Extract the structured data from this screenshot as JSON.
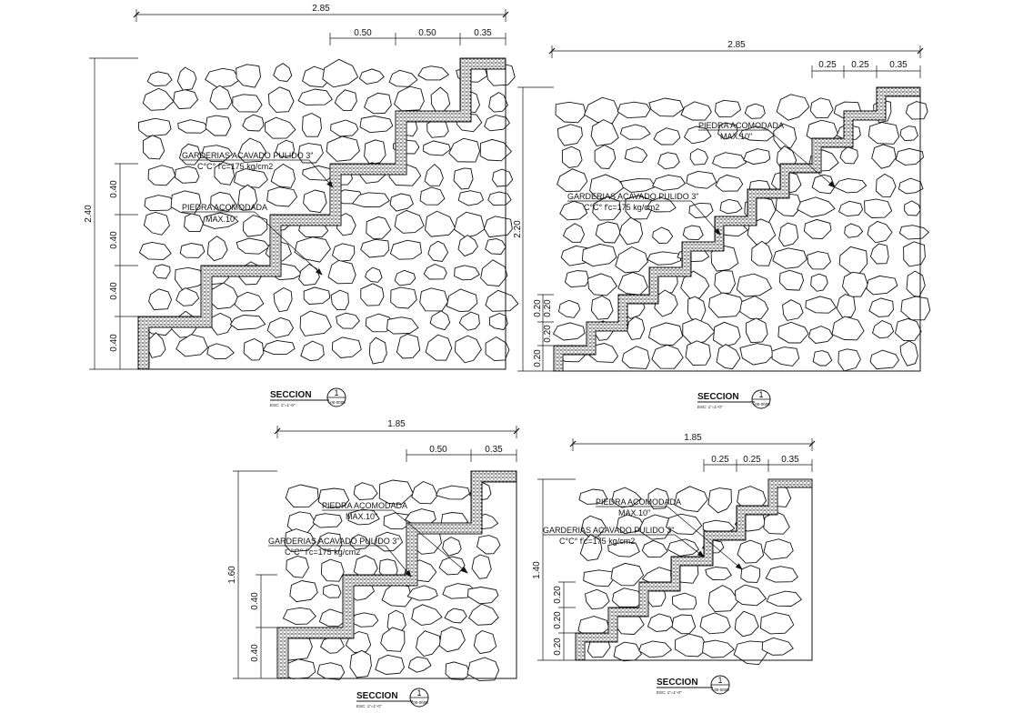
{
  "sections": [
    {
      "id": "s1",
      "overall_width": "2.85",
      "overall_height": "2.40",
      "step_widths": [
        "0.50",
        "0.50",
        "0.35"
      ],
      "riser_heights": [
        "0.40",
        "0.40",
        "0.40",
        "0.40"
      ],
      "notes": [
        "GARDERIAS ACAVADO PULIDO 3\"",
        "C°C° f'c=175 kg/cm2",
        "PIEDRA ACOMODADA",
        "MAX.10\""
      ],
      "title": "SECCION",
      "scale": "ESC: 1\"=1'-0\"",
      "bubble_num": "1",
      "bubble_sub": "--00-0000"
    },
    {
      "id": "s2",
      "overall_width": "2.85",
      "overall_height": "2.20",
      "step_widths": [
        "0.25",
        "0.25",
        "0.35"
      ],
      "riser_heights": [
        "0.20",
        "0.20",
        "0.20",
        "0.20"
      ],
      "notes": [
        "PIEDRA ACOMODADA",
        "MAX.10\"",
        "GARDERIAS ACAVADO PULIDO 3\"",
        "C°C° f'c=175 kg/cm2"
      ],
      "title": "SECCION",
      "scale": "ESC: 1\"=1'-0\"",
      "bubble_num": "1",
      "bubble_sub": "--00-0000"
    },
    {
      "id": "s3",
      "overall_width": "1.85",
      "overall_height": "1.60",
      "step_widths": [
        "0.50",
        "0.35"
      ],
      "riser_heights": [
        "0.40",
        "0.40"
      ],
      "notes": [
        "PIEDRA ACOMODADA",
        "MAX.10\"",
        "GARDERIAS ACAVADO PULIDO 3\"",
        "C°C° f'c=175 kg/cm2"
      ],
      "title": "SECCION",
      "scale": "ESC: 1\"=1'-0\"",
      "bubble_num": "1",
      "bubble_sub": "--00-0000"
    },
    {
      "id": "s4",
      "overall_width": "1.85",
      "overall_height": "1.40",
      "step_widths": [
        "0.25",
        "0.25",
        "0.35"
      ],
      "riser_heights": [
        "0.20",
        "0.20",
        "0.20"
      ],
      "notes": [
        "PIEDRA ACOMODADA",
        "MAX.10\"",
        "GARDERIAS ACAVADO PULIDO 3\"",
        "C°C° f'c=175 kg/cm2"
      ],
      "title": "SECCION",
      "scale": "ESC: 1\"=1'-0\"",
      "bubble_num": "1",
      "bubble_sub": "--00-0000"
    }
  ]
}
